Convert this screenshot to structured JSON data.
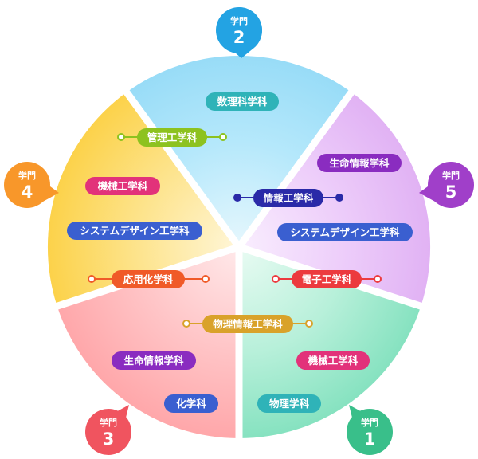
{
  "colors": {
    "sector1": "#8fe6c6",
    "sector2": "#9fe0f8",
    "sector3": "#ffb0b2",
    "sector4": "#fdd95a",
    "sector5": "#e7bcf5",
    "badge1": "#39bf8a",
    "badge2": "#23a3e3",
    "badge3": "#f0545f",
    "badge4": "#f8972a",
    "badge5": "#a03fc9",
    "blue": "#3a5fd0",
    "pink": "#e2327a",
    "teal": "#2fb3b8",
    "purple": "#8a2cc0",
    "green": "#8dc21f",
    "navy": "#2a2aa8",
    "orange": "#f05a28",
    "red": "#ec3a3e",
    "gold": "#d9a22a"
  },
  "badges": [
    {
      "id": "1",
      "label": "学門",
      "number": "1",
      "color": "badge1"
    },
    {
      "id": "2",
      "label": "学門",
      "number": "2",
      "color": "badge2"
    },
    {
      "id": "3",
      "label": "学門",
      "number": "3",
      "color": "badge3"
    },
    {
      "id": "4",
      "label": "学門",
      "number": "4",
      "color": "badge4"
    },
    {
      "id": "5",
      "label": "学門",
      "number": "5",
      "color": "badge5"
    }
  ],
  "departments": [
    {
      "id": "suuri",
      "label": "数理科学科",
      "color": "teal",
      "connector": false
    },
    {
      "id": "kanri",
      "label": "管理工学科",
      "color": "green",
      "connector": true
    },
    {
      "id": "kikai4",
      "label": "機械工学科",
      "color": "pink",
      "connector": false
    },
    {
      "id": "system4",
      "label": "システムデザイン工学科",
      "color": "blue",
      "connector": false
    },
    {
      "id": "ouyou",
      "label": "応用化学科",
      "color": "orange",
      "connector": true
    },
    {
      "id": "seimei5",
      "label": "生命情報学科",
      "color": "purple",
      "connector": false
    },
    {
      "id": "jouhou",
      "label": "情報工学科",
      "color": "navy",
      "connector": true
    },
    {
      "id": "system5",
      "label": "システムデザイン工学科",
      "color": "blue",
      "connector": false
    },
    {
      "id": "denshi",
      "label": "電子工学科",
      "color": "red",
      "connector": true
    },
    {
      "id": "butsujou",
      "label": "物理情報工学科",
      "color": "gold",
      "connector": true
    },
    {
      "id": "seimei3",
      "label": "生命情報学科",
      "color": "purple",
      "connector": false
    },
    {
      "id": "kikai1",
      "label": "機械工学科",
      "color": "pink",
      "connector": false
    },
    {
      "id": "kagaku",
      "label": "化学科",
      "color": "blue",
      "connector": false
    },
    {
      "id": "butsuri",
      "label": "物理学科",
      "color": "teal",
      "connector": false
    }
  ]
}
